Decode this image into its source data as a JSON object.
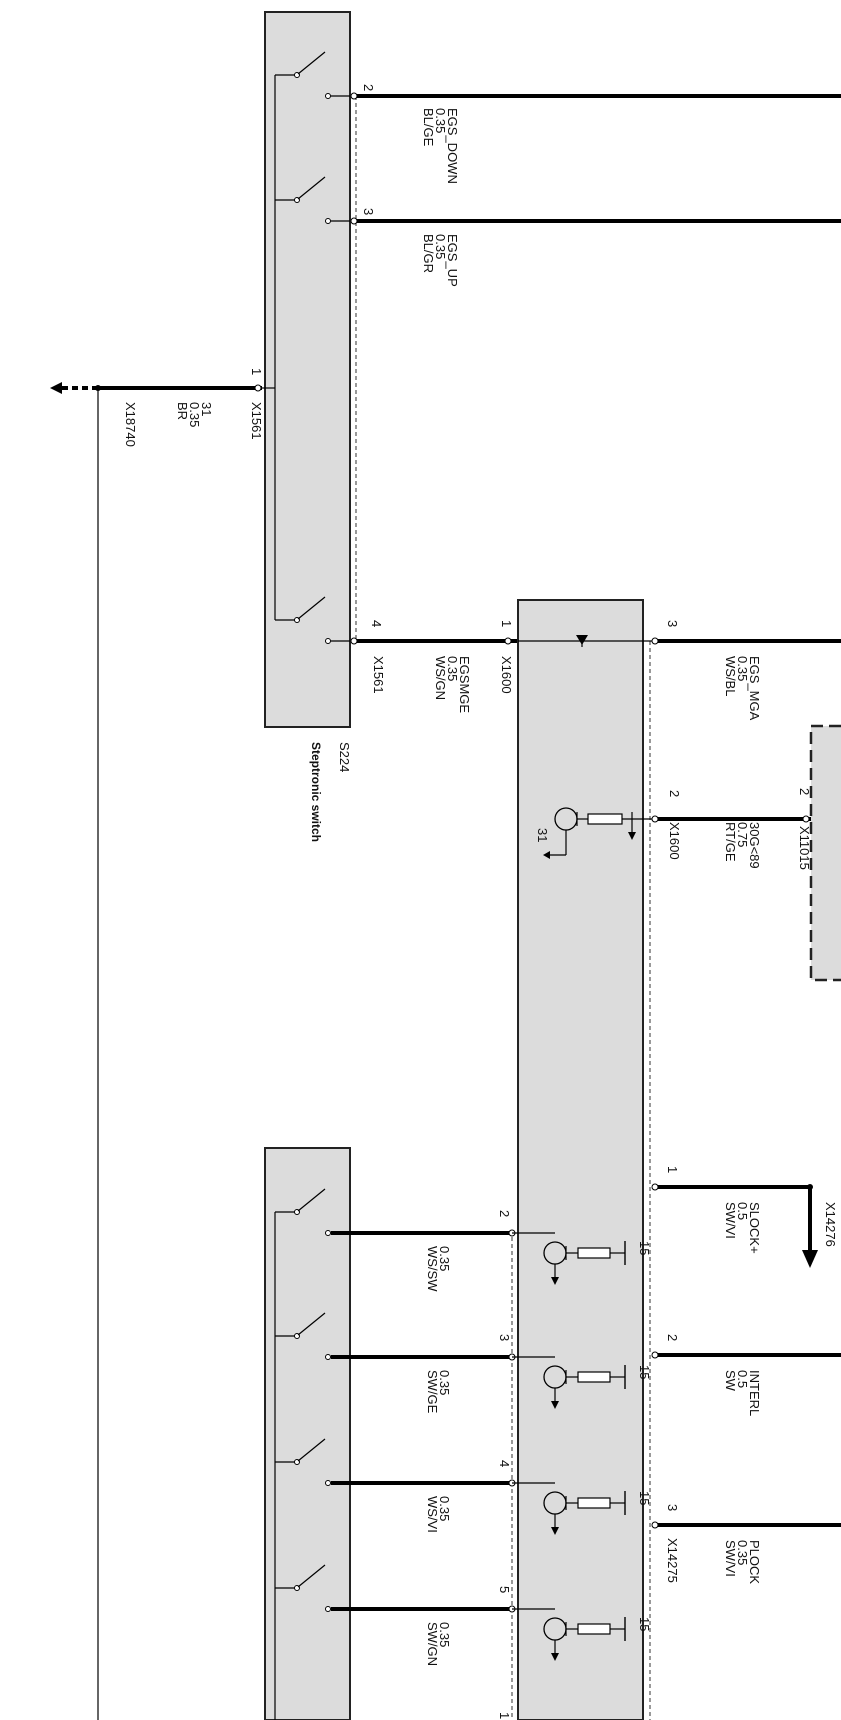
{
  "switch_top": {
    "wire_2": {
      "pin": "2",
      "signal": "EGS_DOWN",
      "size": "0.35",
      "color": "BL/GE"
    },
    "wire_3": {
      "pin": "3",
      "signal": "EGS_UP",
      "size": "0.35",
      "color": "BL/GR"
    },
    "ground": {
      "pin": "1",
      "connector": "X1561",
      "signal": "31",
      "size": "0.35",
      "color": "BR",
      "splice": "X18740"
    },
    "wire_4": {
      "pin": "4",
      "connector": "X1561"
    },
    "id": "S224",
    "name": "Steptronic switch"
  },
  "module": {
    "wire_egsmge": {
      "pin": "1",
      "connector": "X1600",
      "signal": "EGSMGE",
      "size": "0.35",
      "color": "WS/GN"
    },
    "wire_egs_mga": {
      "pin": "3",
      "signal": "EGS_MGA",
      "size": "0.35",
      "color": "WS/BL"
    },
    "wire_30g": {
      "pin": "2",
      "connector": "X1600",
      "signal": "30G<89",
      "size": "0.75",
      "color": "RT/GE"
    },
    "ground_31": "31",
    "transistor_label": "15"
  },
  "right_dashed": {
    "pin": "2",
    "connector": "X11015"
  },
  "lower_right": {
    "slock": {
      "pin": "1",
      "connector": "X14276",
      "signal": "SLOCK+",
      "size": "0.5",
      "color": "SW/VI"
    },
    "interl": {
      "pin": "2",
      "signal": "INTERL",
      "size": "0.5",
      "color": "SW"
    },
    "plock": {
      "pin": "3",
      "connector": "X14275",
      "signal": "PLOCK",
      "size": "0.35",
      "color": "SW/VI"
    }
  },
  "switch_bottom": {
    "w2": {
      "pin": "2",
      "size": "0.35",
      "color": "WS/SW"
    },
    "w3": {
      "pin": "3",
      "size": "0.35",
      "color": "SW/GE"
    },
    "w4": {
      "pin": "4",
      "size": "0.35",
      "color": "WS/VI"
    },
    "w5": {
      "pin": "5",
      "size": "0.35",
      "color": "SW/GN"
    },
    "w1": {
      "pin": "1"
    }
  }
}
